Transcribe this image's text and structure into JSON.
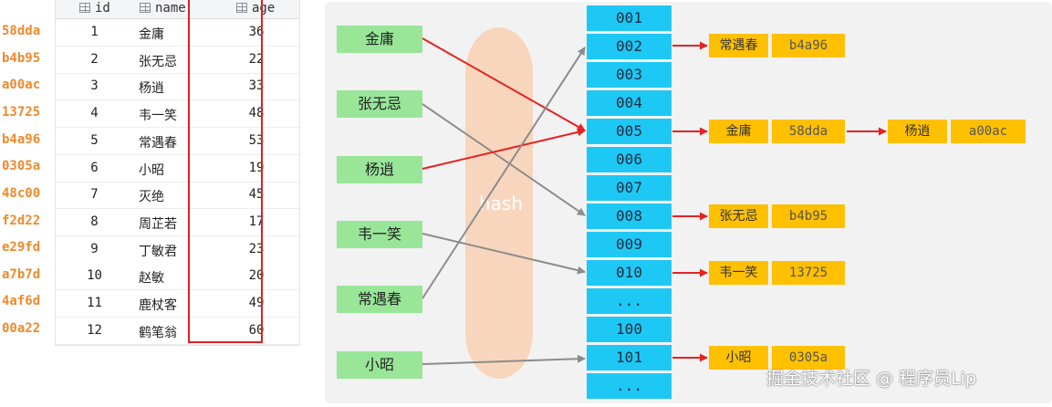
{
  "hash_labels": [
    "58dda",
    "b4b95",
    "a00ac",
    "13725",
    "b4a96",
    "0305a",
    "48c00",
    "f2d22",
    "e29fd",
    "a7b7d",
    "4af6d",
    "00a22"
  ],
  "table": {
    "headers": {
      "id": "id",
      "name": "name",
      "age": "age"
    },
    "rows": [
      {
        "id": "1",
        "name": "金庸",
        "age": "36"
      },
      {
        "id": "2",
        "name": "张无忌",
        "age": "22"
      },
      {
        "id": "3",
        "name": "杨逍",
        "age": "33"
      },
      {
        "id": "4",
        "name": "韦一笑",
        "age": "48"
      },
      {
        "id": "5",
        "name": "常遇春",
        "age": "53"
      },
      {
        "id": "6",
        "name": "小昭",
        "age": "19"
      },
      {
        "id": "7",
        "name": "灭绝",
        "age": "45"
      },
      {
        "id": "8",
        "name": "周芷若",
        "age": "17"
      },
      {
        "id": "9",
        "name": "丁敏君",
        "age": "23"
      },
      {
        "id": "10",
        "name": "赵敏",
        "age": "20"
      },
      {
        "id": "11",
        "name": "鹿杖客",
        "age": "49"
      },
      {
        "id": "12",
        "name": "鹤笔翁",
        "age": "60"
      }
    ]
  },
  "keys": [
    "金庸",
    "张无忌",
    "杨逍",
    "韦一笑",
    "常遇春",
    "小昭"
  ],
  "hash_label": "hash",
  "slots": [
    "001",
    "002",
    "003",
    "004",
    "005",
    "006",
    "007",
    "008",
    "009",
    "010",
    "...",
    "100",
    "101",
    "..."
  ],
  "entries": {
    "e002": {
      "name": "常遇春",
      "code": "b4a96"
    },
    "e005a": {
      "name": "金庸",
      "code": "58dda"
    },
    "e005b": {
      "name": "杨逍",
      "code": "a00ac"
    },
    "e008": {
      "name": "张无忌",
      "code": "b4b95"
    },
    "e010": {
      "name": "韦一笑",
      "code": "13725"
    },
    "e101": {
      "name": "小昭",
      "code": "0305a"
    }
  },
  "watermark": "掘金技术社区 @ 程序员Lip",
  "colors": {
    "red": "#e52222",
    "gray": "#8c8c8c",
    "green": "#99e699",
    "cyan": "#1ec8f5",
    "yellow": "#ffc000",
    "orange": "#ee8a2e"
  }
}
